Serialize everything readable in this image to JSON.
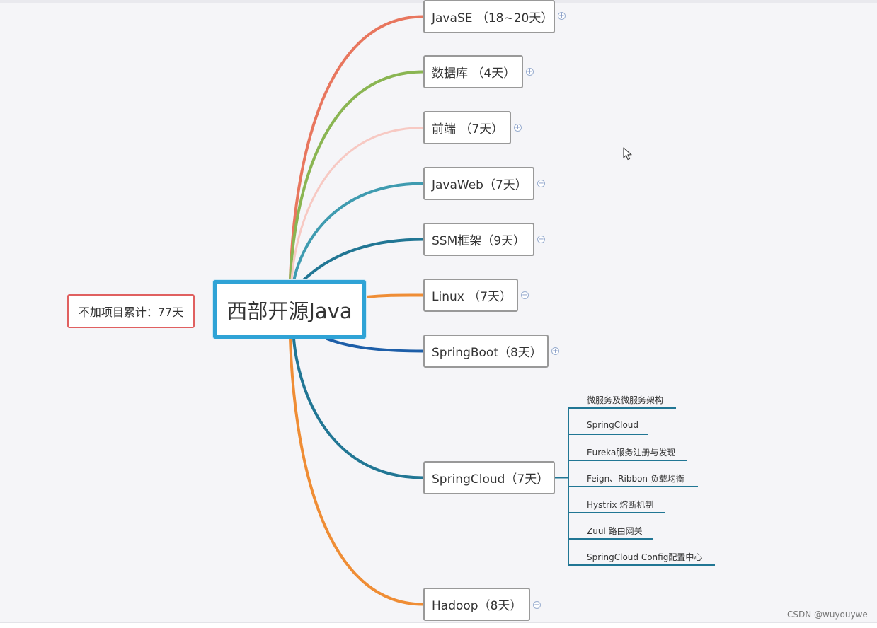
{
  "central_topic": "西部开源Java",
  "summary_note": "不加项目累计：77天",
  "topics": [
    {
      "label": "JavaSE （18~20天）",
      "color": "#e8765e",
      "expand_icon": "plus-circle"
    },
    {
      "label": "数据库 （4天）",
      "color": "#8ab552",
      "expand_icon": "plus-circle"
    },
    {
      "label": "前端 （7天）",
      "color": "#f7c9c3",
      "expand_icon": "plus-circle"
    },
    {
      "label": "JavaWeb（7天）",
      "color": "#3f9bb0",
      "expand_icon": "plus-circle"
    },
    {
      "label": "SSM框架（9天）",
      "color": "#217694",
      "expand_icon": "plus-circle"
    },
    {
      "label": "Linux （7天）",
      "color": "#ef8d35",
      "expand_icon": "plus-circle"
    },
    {
      "label": "SpringBoot（8天）",
      "color": "#1d5ea8",
      "expand_icon": "plus-circle"
    },
    {
      "label": "SpringCloud（7天）",
      "color": "#217694",
      "expand_icon": ""
    },
    {
      "label": "Hadoop（8天）",
      "color": "#ef8d35",
      "expand_icon": "plus-circle"
    }
  ],
  "springcloud_subtopics": [
    "微服务及微服务架构",
    "SpringCloud",
    "Eureka服务注册与发现",
    "Feign、Ribbon 负载均衡",
    "Hystrix 熔断机制",
    "Zuul 路由网关",
    "SpringCloud Config配置中心"
  ],
  "watermark": "CSDN @wuyouywe",
  "cursor_icon": "mouse-pointer"
}
